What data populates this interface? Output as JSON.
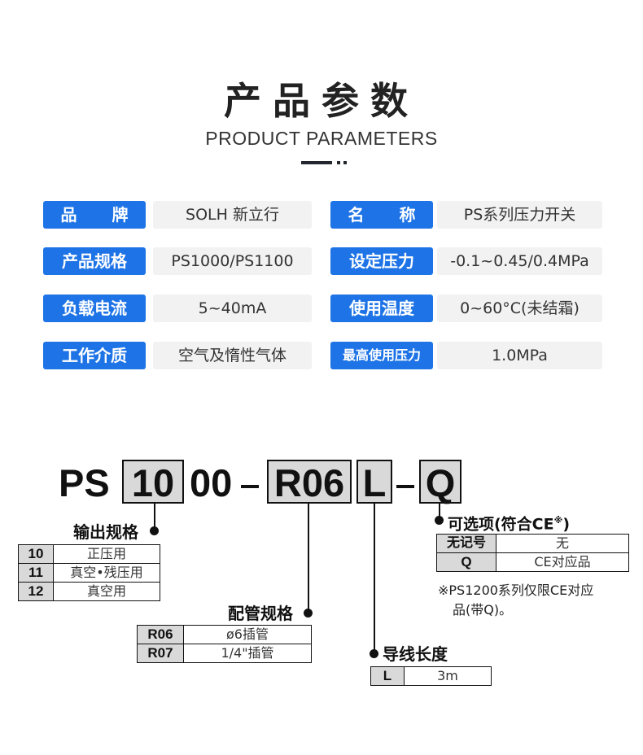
{
  "header": {
    "title": "产品参数",
    "subtitle": "PRODUCT PARAMETERS"
  },
  "params": [
    {
      "label": "品 牌",
      "value": "SOLH 新立行"
    },
    {
      "label": "名 称",
      "value": "PS系列压力开关"
    },
    {
      "label": "产品规格",
      "value": "PS1000/PS1100"
    },
    {
      "label": "设定压力",
      "value": "-0.1~0.45/0.4MPa"
    },
    {
      "label": "负载电流",
      "value": "5~40mA"
    },
    {
      "label": "使用温度",
      "value": "0~60°C(未结霜)"
    },
    {
      "label": "工作介质",
      "value": "空气及惰性气体"
    },
    {
      "label": "最高使用压力",
      "value": "1.0MPa"
    }
  ],
  "model_code": {
    "prefix": "PS",
    "box1": "10",
    "mid": "00",
    "box2": "R06",
    "box3": "L",
    "box4": "Q"
  },
  "output_spec": {
    "heading": "输出规格",
    "rows": [
      {
        "code": "10",
        "desc": "正压用"
      },
      {
        "code": "11",
        "desc": "真空•残压用"
      },
      {
        "code": "12",
        "desc": "真空用"
      }
    ]
  },
  "piping_spec": {
    "heading": "配管规格",
    "rows": [
      {
        "code": "R06",
        "desc": "ø6插管"
      },
      {
        "code": "R07",
        "desc": "1/4\"插管"
      }
    ]
  },
  "wire_length": {
    "heading": "导线长度",
    "rows": [
      {
        "code": "L",
        "desc": "3m"
      }
    ]
  },
  "options": {
    "heading": "可选项(符合CE",
    "heading_mark": "※",
    "heading_end": ")",
    "rows": [
      {
        "code": "无记号",
        "desc": "无"
      },
      {
        "code": "Q",
        "desc": "CE对应品"
      }
    ],
    "note_line1": "※PS1200系列仅限CE对应",
    "note_line2": "品(带Q)。"
  },
  "colors": {
    "label_bg": "#1e74e6",
    "value_bg": "#f2f2f2",
    "code_box_bg": "#d9d9d9"
  }
}
